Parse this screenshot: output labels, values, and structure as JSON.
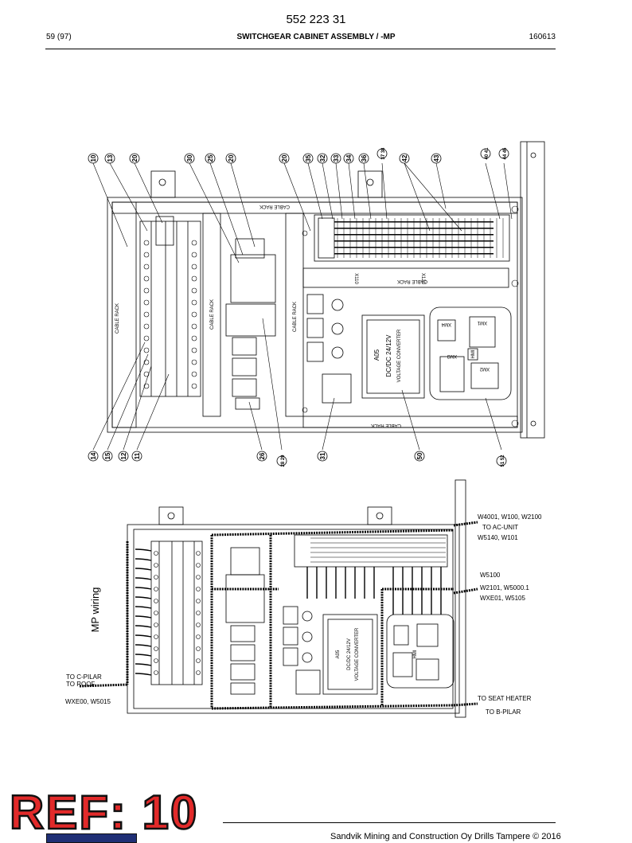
{
  "header": {
    "doc_number": "552 223 31",
    "page": "59 (97)",
    "title": "SWITCHGEAR CABINET ASSEMBLY / -MP",
    "date": "160613"
  },
  "top_diagram": {
    "callouts_top": [
      "10",
      "13",
      "20",
      "30",
      "25",
      "20",
      "20",
      "35",
      "32",
      "33",
      "34",
      "36",
      "37 38",
      "42",
      "43",
      "40 41",
      "44 45"
    ],
    "callouts_bottom": [
      "14",
      "15",
      "12",
      "11",
      "26",
      "28 29",
      "31",
      "50",
      "51 52"
    ],
    "labels": {
      "cable_rack": "CABLE RACK",
      "x110": "X110",
      "x120": "X120",
      "a05": "A05",
      "converter_type": "DC/DC 24/12V",
      "converter_name": "VOLTAGE CONVERTER",
      "hmi": "HMI",
      "xm1": "XM1",
      "xm2": "XM2",
      "xm3": "XM3",
      "xm4": "XM4"
    }
  },
  "bottom_diagram": {
    "side_title": "MP wiring",
    "to_ac_unit": "TO AC-UNIT",
    "wires_top_1": "W4001, W100, W2100",
    "wires_top_2": "W5140, W101",
    "wires_mid_1": "W5100",
    "wires_mid_2": "W2101, W5000.1",
    "wires_mid_3": "WXE01, W5105",
    "to_c_pilar": "TO C-PILAR",
    "to_roof": "TO ROOF",
    "wires_left": "WXE00, W5015",
    "to_seat_heater": "TO SEAT HEATER",
    "to_b_pilar": "TO B-PILAR",
    "a05": "A05",
    "converter_type": "DC/DC 24/12V",
    "converter_name": "VOLTAGE CONVERTER",
    "hmi": "HMI"
  },
  "stamp": {
    "ref": "REF: 10"
  },
  "footer": {
    "copyright": "Sandvik Mining and Construction Oy Drills Tampere © 2016"
  }
}
